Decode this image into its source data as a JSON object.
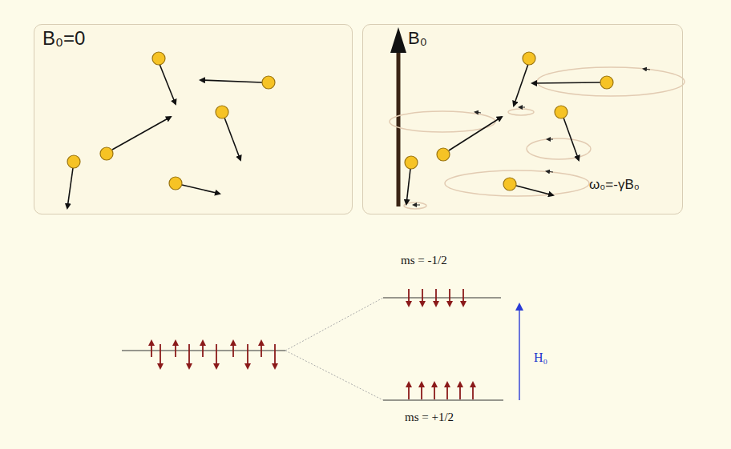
{
  "diagram": {
    "nodes": [
      {
        "text": [
          "B₀=0"
        ]
      },
      {
        "text": [
          "B₀",
          "ω₀=-γB₀"
        ]
      }
    ],
    "labels": [
      "ms = -1/2",
      "H₀",
      "ms = +1/2"
    ]
  }
}
